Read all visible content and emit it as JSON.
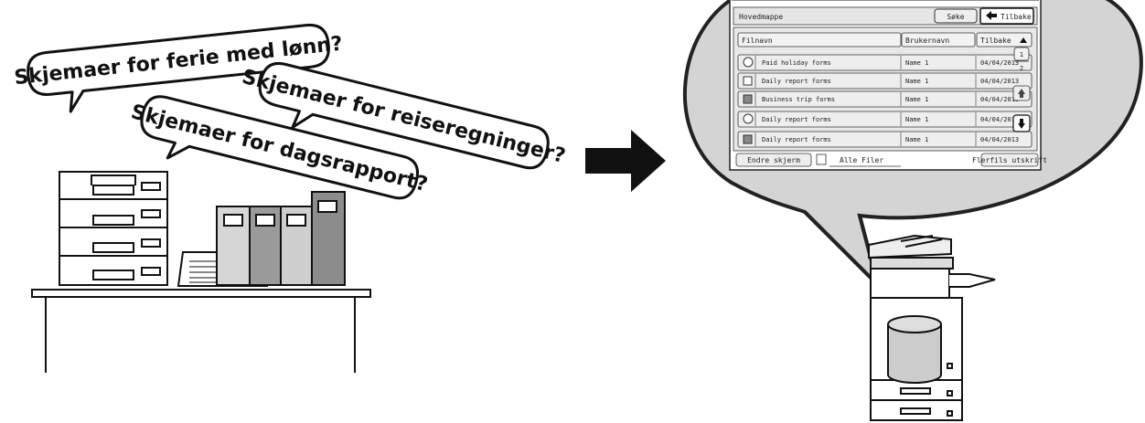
{
  "bubbles": {
    "ferie": "Skjemaer for ferie med lønn?",
    "reise": "Skjemaer for reiseregninger?",
    "dagsrapport": "Skjemaer for dagsrapport?"
  },
  "screen": {
    "folder": "Hovedmappe",
    "search_button": "Søke",
    "back_button": "Tilbake",
    "columns": {
      "filename": "Filnavn",
      "user": "Brukernavn",
      "date": "Tilbake"
    },
    "files": [
      {
        "name": "Paid holiday forms",
        "user": "Name 1",
        "date": "04/04/2013"
      },
      {
        "name": "Daily report forms",
        "user": "Name 1",
        "date": "04/04/2013"
      },
      {
        "name": "Business trip forms",
        "user": "Name 1",
        "date": "04/04/2013"
      },
      {
        "name": "Daily report forms",
        "user": "Name 1",
        "date": "04/04/2013"
      },
      {
        "name": "Daily report forms",
        "user": "Name 1",
        "date": "04/04/2013"
      }
    ],
    "page_current": "1",
    "page_total": "2",
    "edit_screen_button": "Endre skjerm",
    "all_files_label": "Alle Filer",
    "multi_print_button": "Flerfils utskrift"
  }
}
